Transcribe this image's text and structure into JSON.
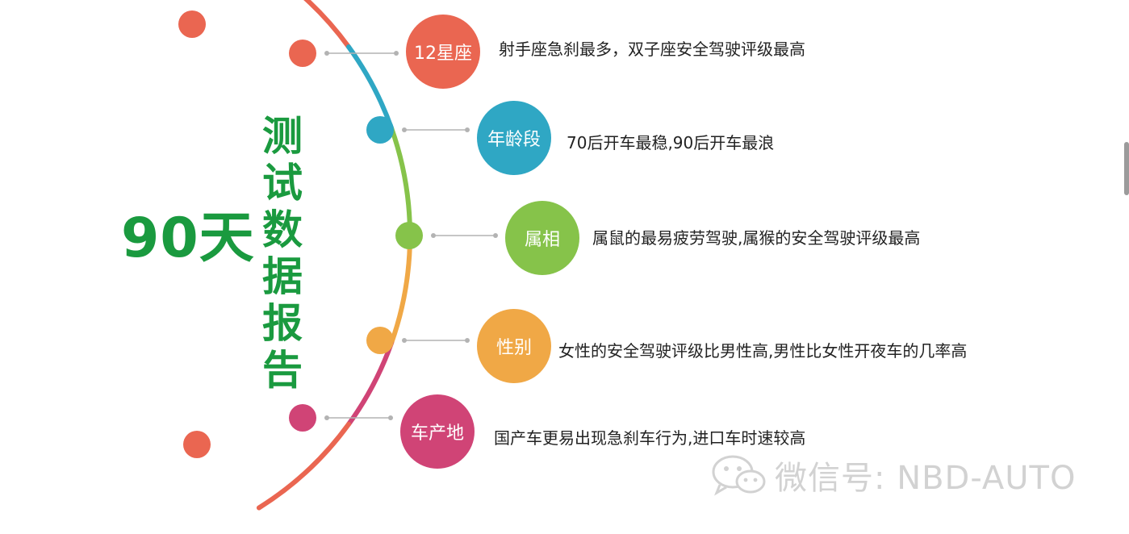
{
  "header": {
    "days_label": "90天",
    "report_title_chars": [
      "测",
      "试",
      "数",
      "据",
      "报",
      "告"
    ]
  },
  "topics": [
    {
      "id": "constellation",
      "label": "12星座",
      "color": "#ea6651",
      "description": "射手座急刹最多，双子座安全驾驶评级最高"
    },
    {
      "id": "age",
      "label": "年龄段",
      "color": "#2fa7c4",
      "description": "70后开车最稳,90后开车最浪"
    },
    {
      "id": "zodiac",
      "label": "属相",
      "color": "#86c34a",
      "description": "属鼠的最易疲劳驾驶,属猴的安全驾驶评级最高"
    },
    {
      "id": "gender",
      "label": "性别",
      "color": "#f0a846",
      "description": "女性的安全驾驶评级比男性高,男性比女性开夜车的几率高"
    },
    {
      "id": "origin",
      "label": "车产地",
      "color": "#d04476",
      "description": "国产车更易出现急刹车行为,进口车时速较高"
    }
  ],
  "arc": {
    "end_dot_color_top": "#ea6651",
    "end_dot_color_bottom": "#ea6651",
    "connector_color": "#b3b3b3"
  },
  "watermark": {
    "text": "微信号: NBD-AUTO",
    "icon": "wechat-icon"
  }
}
